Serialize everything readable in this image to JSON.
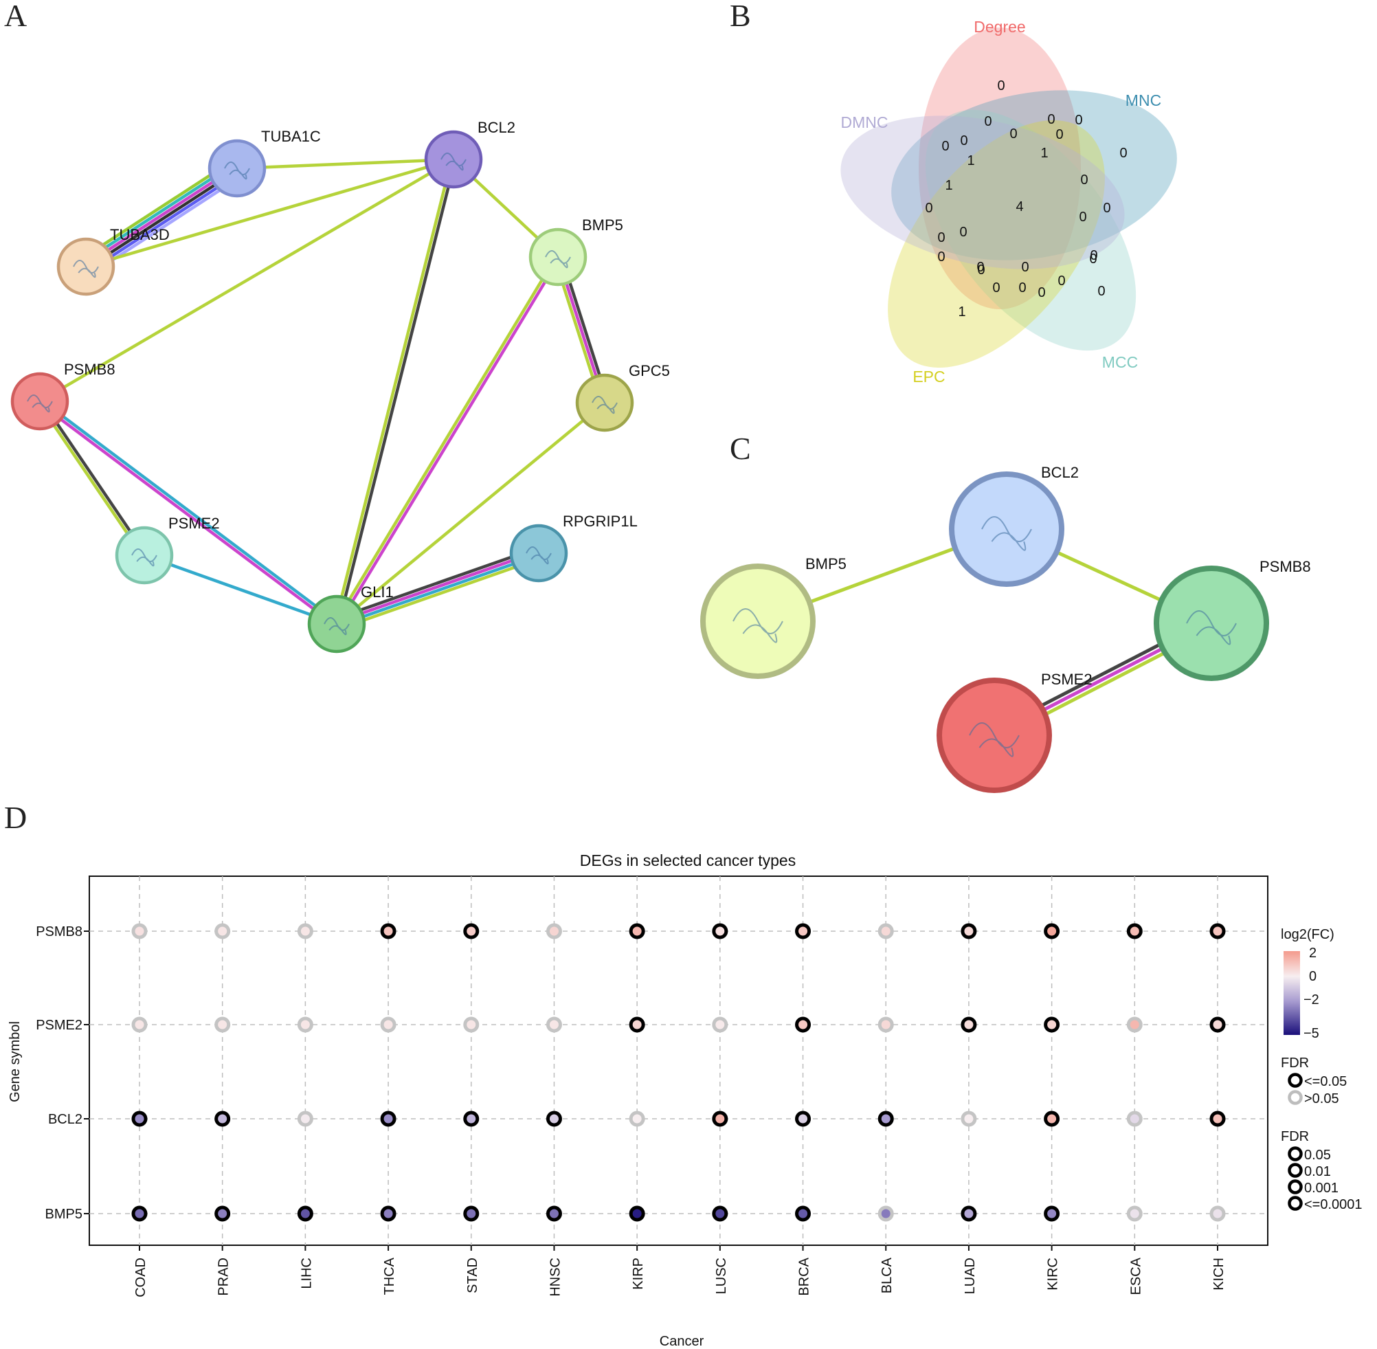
{
  "panel_labels": {
    "a": "A",
    "b": "B",
    "c": "C",
    "d": "D"
  },
  "panel_a": {
    "nodes": [
      {
        "id": "TUBA1C",
        "label": "TUBA1C",
        "color": "#a9b8ee",
        "stroke": "#7f8fcf"
      },
      {
        "id": "TUBA3D",
        "label": "TUBA3D",
        "color": "#f8dcbd",
        "stroke": "#c9a079"
      },
      {
        "id": "BCL2",
        "label": "BCL2",
        "color": "#a493dd",
        "stroke": "#6f5db7"
      },
      {
        "id": "BMP5",
        "label": "BMP5",
        "color": "#dbf6c2",
        "stroke": "#9dcc7a"
      },
      {
        "id": "GPC5",
        "label": "GPC5",
        "color": "#d7d889",
        "stroke": "#9da44a"
      },
      {
        "id": "PSMB8",
        "label": "PSMB8",
        "color": "#f28c8c",
        "stroke": "#d05d5d"
      },
      {
        "id": "PSME2",
        "label": "PSME2",
        "color": "#b9f0df",
        "stroke": "#7dc4ab"
      },
      {
        "id": "RPGRIP1L",
        "label": "RPGRIP1L",
        "color": "#8cc7d8",
        "stroke": "#4a93aa"
      },
      {
        "id": "GLI1",
        "label": "GLI1",
        "color": "#90d494",
        "stroke": "#50a558"
      }
    ],
    "edges": [
      {
        "from": "TUBA1C",
        "to": "TUBA3D",
        "colors": [
          "#a6a6ff",
          "#5c5cf0",
          "#333333",
          "#cc44cc",
          "#33bbbb",
          "#99cc33"
        ]
      },
      {
        "from": "TUBA1C",
        "to": "BCL2",
        "colors": [
          "#b5d33a"
        ]
      },
      {
        "from": "TUBA3D",
        "to": "BCL2",
        "colors": [
          "#b5d33a"
        ]
      },
      {
        "from": "BCL2",
        "to": "PSMB8",
        "colors": [
          "#b5d33a"
        ]
      },
      {
        "from": "BCL2",
        "to": "BMP5",
        "colors": [
          "#b5d33a"
        ]
      },
      {
        "from": "BCL2",
        "to": "GLI1",
        "colors": [
          "#444444",
          "#b5d33a"
        ]
      },
      {
        "from": "BMP5",
        "to": "GPC5",
        "colors": [
          "#444444",
          "#cc44cc",
          "#b5d33a"
        ]
      },
      {
        "from": "BMP5",
        "to": "GLI1",
        "colors": [
          "#cc44cc",
          "#b5d33a"
        ]
      },
      {
        "from": "GPC5",
        "to": "GLI1",
        "colors": [
          "#b5d33a"
        ]
      },
      {
        "from": "PSMB8",
        "to": "PSME2",
        "colors": [
          "#444444",
          "#b5d33a"
        ]
      },
      {
        "from": "PSMB8",
        "to": "GLI1",
        "colors": [
          "#33aacc",
          "#cc44cc"
        ]
      },
      {
        "from": "PSME2",
        "to": "GLI1",
        "colors": [
          "#33aacc"
        ]
      },
      {
        "from": "GLI1",
        "to": "RPGRIP1L",
        "colors": [
          "#444444",
          "#cc44cc",
          "#33aacc",
          "#b5d33a"
        ]
      }
    ]
  },
  "panel_b": {
    "sets": [
      {
        "name": "Degree",
        "color": "#f07a7a"
      },
      {
        "name": "MNC",
        "color": "#4a9ab8"
      },
      {
        "name": "MCC",
        "color": "#8fd0c8"
      },
      {
        "name": "EPC",
        "color": "#d9d630"
      },
      {
        "name": "DMNC",
        "color": "#b5b0d8"
      }
    ],
    "counts": [
      "0",
      "0",
      "0",
      "0",
      "0",
      "0",
      "0",
      "1",
      "1",
      "0",
      "0",
      "1",
      "0",
      "0",
      "4",
      "0",
      "0",
      "0",
      "0",
      "0",
      "0",
      "0",
      "0",
      "0",
      "0",
      "0",
      "0",
      "0",
      "0",
      "0",
      "1"
    ]
  },
  "panel_c": {
    "nodes": [
      {
        "id": "BCL2",
        "label": "BCL2",
        "color": "#c3d9fb",
        "stroke": "#7b94c2"
      },
      {
        "id": "BMP5",
        "label": "BMP5",
        "color": "#eefcb8",
        "stroke": "#b0bb83"
      },
      {
        "id": "PSMB8",
        "label": "PSMB8",
        "color": "#9be0ae",
        "stroke": "#4e9868"
      },
      {
        "id": "PSME2",
        "label": "PSME2",
        "color": "#f07272",
        "stroke": "#c04c4c"
      }
    ],
    "edges": [
      {
        "from": "BMP5",
        "to": "BCL2",
        "colors": [
          "#b5d33a"
        ]
      },
      {
        "from": "BCL2",
        "to": "PSMB8",
        "colors": [
          "#b5d33a"
        ]
      },
      {
        "from": "PSME2",
        "to": "PSMB8",
        "colors": [
          "#444444",
          "#cc44cc",
          "#b5d33a"
        ]
      }
    ]
  },
  "chart_data": {
    "type": "scatter",
    "title": "DEGs in selected cancer types",
    "xlabel": "Cancer",
    "ylabel": "Gene symbol",
    "categories": [
      "COAD",
      "PRAD",
      "LIHC",
      "THCA",
      "STAD",
      "HNSC",
      "KIRP",
      "LUSC",
      "BRCA",
      "BLCA",
      "LUAD",
      "KIRC",
      "ESCA",
      "KICH"
    ],
    "genes": [
      "BMP5",
      "BCL2",
      "PSME2",
      "PSMB8"
    ],
    "grid": true,
    "series": [
      {
        "name": "PSMB8",
        "log2fc": [
          0.3,
          0.2,
          0.2,
          1.0,
          0.8,
          0.6,
          1.3,
          0.3,
          0.9,
          0.5,
          0.5,
          1.7,
          1.2,
          1.0
        ],
        "significant": [
          false,
          false,
          false,
          true,
          true,
          false,
          true,
          true,
          true,
          false,
          true,
          true,
          true,
          true
        ]
      },
      {
        "name": "PSME2",
        "log2fc": [
          0.2,
          0.2,
          0.2,
          0.2,
          0.2,
          0.2,
          0.6,
          0.1,
          0.9,
          0.5,
          0.4,
          0.6,
          1.3,
          0.5
        ],
        "significant": [
          false,
          false,
          false,
          false,
          false,
          false,
          true,
          false,
          true,
          false,
          true,
          true,
          false,
          true
        ]
      },
      {
        "name": "BCL2",
        "log2fc": [
          -2.3,
          -1.3,
          -0.1,
          -2.3,
          -1.4,
          -0.8,
          0.0,
          1.4,
          -0.7,
          -2.0,
          0.0,
          1.3,
          -0.5,
          1.1
        ],
        "significant": [
          true,
          true,
          false,
          true,
          true,
          true,
          false,
          true,
          true,
          true,
          false,
          true,
          false,
          true
        ]
      },
      {
        "name": "BMP5",
        "log2fc": [
          -3.0,
          -2.6,
          -3.5,
          -2.6,
          -2.9,
          -2.9,
          -4.7,
          -3.8,
          -3.4,
          -2.7,
          -1.7,
          -2.4,
          -0.3,
          -0.3
        ],
        "significant": [
          true,
          true,
          true,
          true,
          true,
          true,
          true,
          true,
          true,
          false,
          true,
          true,
          false,
          false
        ]
      }
    ],
    "legend": {
      "fc_title": "log2(FC)",
      "fc_ticks": [
        "2",
        "0",
        "−2",
        "−5"
      ],
      "fc_colors": [
        "#f49a8c",
        "#f7eef0",
        "#a79bd0",
        "#1a0f7a"
      ],
      "fdr_title": "FDR",
      "fdr_items": [
        "<=0.05",
        ">0.05"
      ],
      "fdr_size_title": "FDR",
      "fdr_size_items": [
        "0.05",
        "0.01",
        "0.001",
        "<=0.0001"
      ]
    }
  }
}
